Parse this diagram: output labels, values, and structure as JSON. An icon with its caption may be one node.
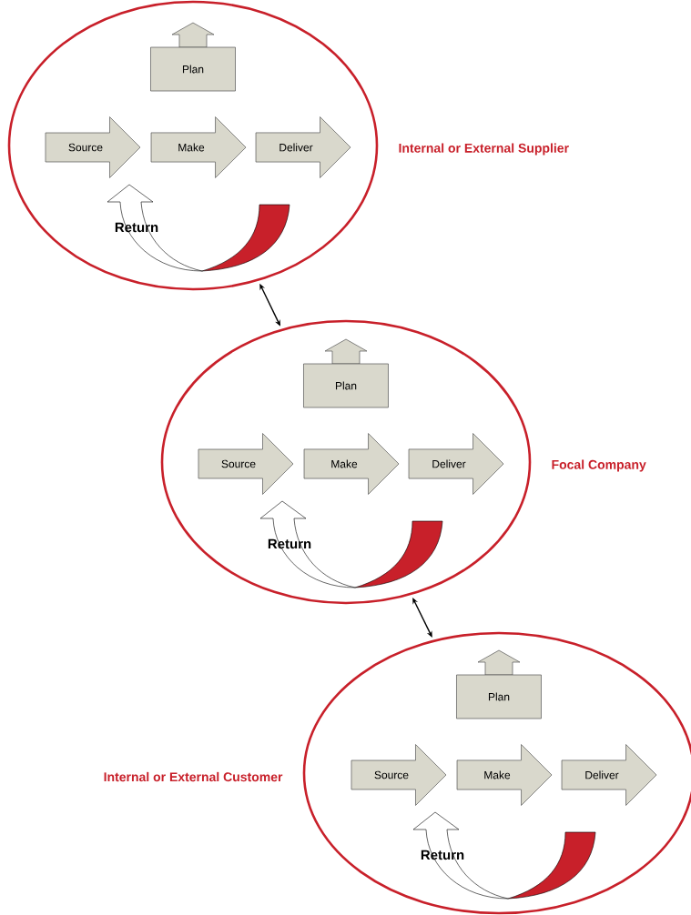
{
  "diagram": {
    "nodes": [
      {
        "text": [
          "Internal or External Supplier"
        ]
      },
      {
        "text": [
          "Plan"
        ],
        "in": 0
      },
      {
        "text": [
          "Source"
        ],
        "in": 0
      },
      {
        "text": [
          "Make"
        ],
        "in": 0
      },
      {
        "text": [
          "Deliver"
        ],
        "in": 0
      },
      {
        "text": [
          "Return"
        ],
        "in": 0
      },
      {
        "text": [
          "Focal Company"
        ]
      },
      {
        "text": [
          "Plan"
        ],
        "in": 6
      },
      {
        "text": [
          "Source"
        ],
        "in": 6
      },
      {
        "text": [
          "Make"
        ],
        "in": 6
      },
      {
        "text": [
          "Deliver"
        ],
        "in": 6
      },
      {
        "text": [
          "Return"
        ],
        "in": 6
      },
      {
        "text": [
          "Internal or External Customer"
        ]
      },
      {
        "text": [
          "Plan"
        ],
        "in": 12
      },
      {
        "text": [
          "Source"
        ],
        "in": 12
      },
      {
        "text": [
          "Make"
        ],
        "in": 12
      },
      {
        "text": [
          "Deliver"
        ],
        "in": 12
      },
      {
        "text": [
          "Return"
        ],
        "in": 12
      }
    ],
    "edges": [
      {
        "from": 0,
        "to": 6,
        "arrow": "both"
      },
      {
        "from": 6,
        "to": 12,
        "arrow": "both"
      }
    ]
  }
}
